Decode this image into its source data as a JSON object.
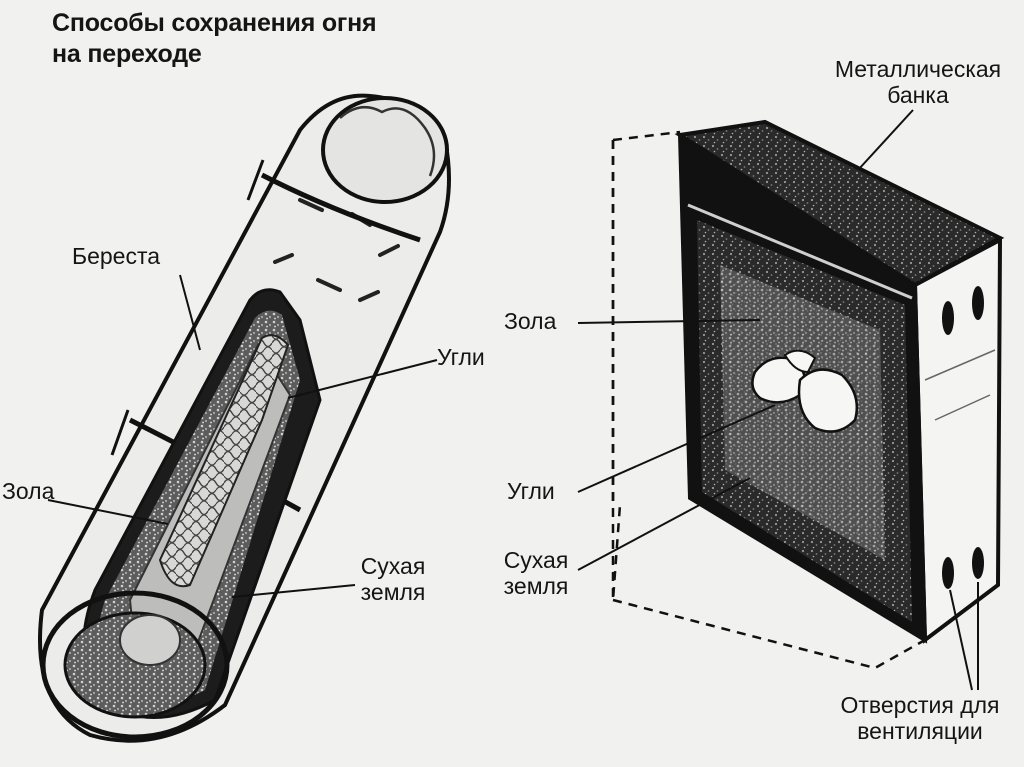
{
  "title": {
    "line1": "Способы сохранения огня",
    "line2": "на переходе"
  },
  "left_device": {
    "label_bark": "Береста",
    "label_coals": "Угли",
    "label_ash": "Зола",
    "label_dry_soil_line1": "Сухая",
    "label_dry_soil_line2": "земля"
  },
  "right_device": {
    "label_can_line1": "Металлическая",
    "label_can_line2": "банка",
    "label_ash": "Зола",
    "label_coals": "Угли",
    "label_dry_soil_line1": "Сухая",
    "label_dry_soil_line2": "земля",
    "label_vents_line1": "Отверстия для",
    "label_vents_line2": "вентиляции"
  }
}
